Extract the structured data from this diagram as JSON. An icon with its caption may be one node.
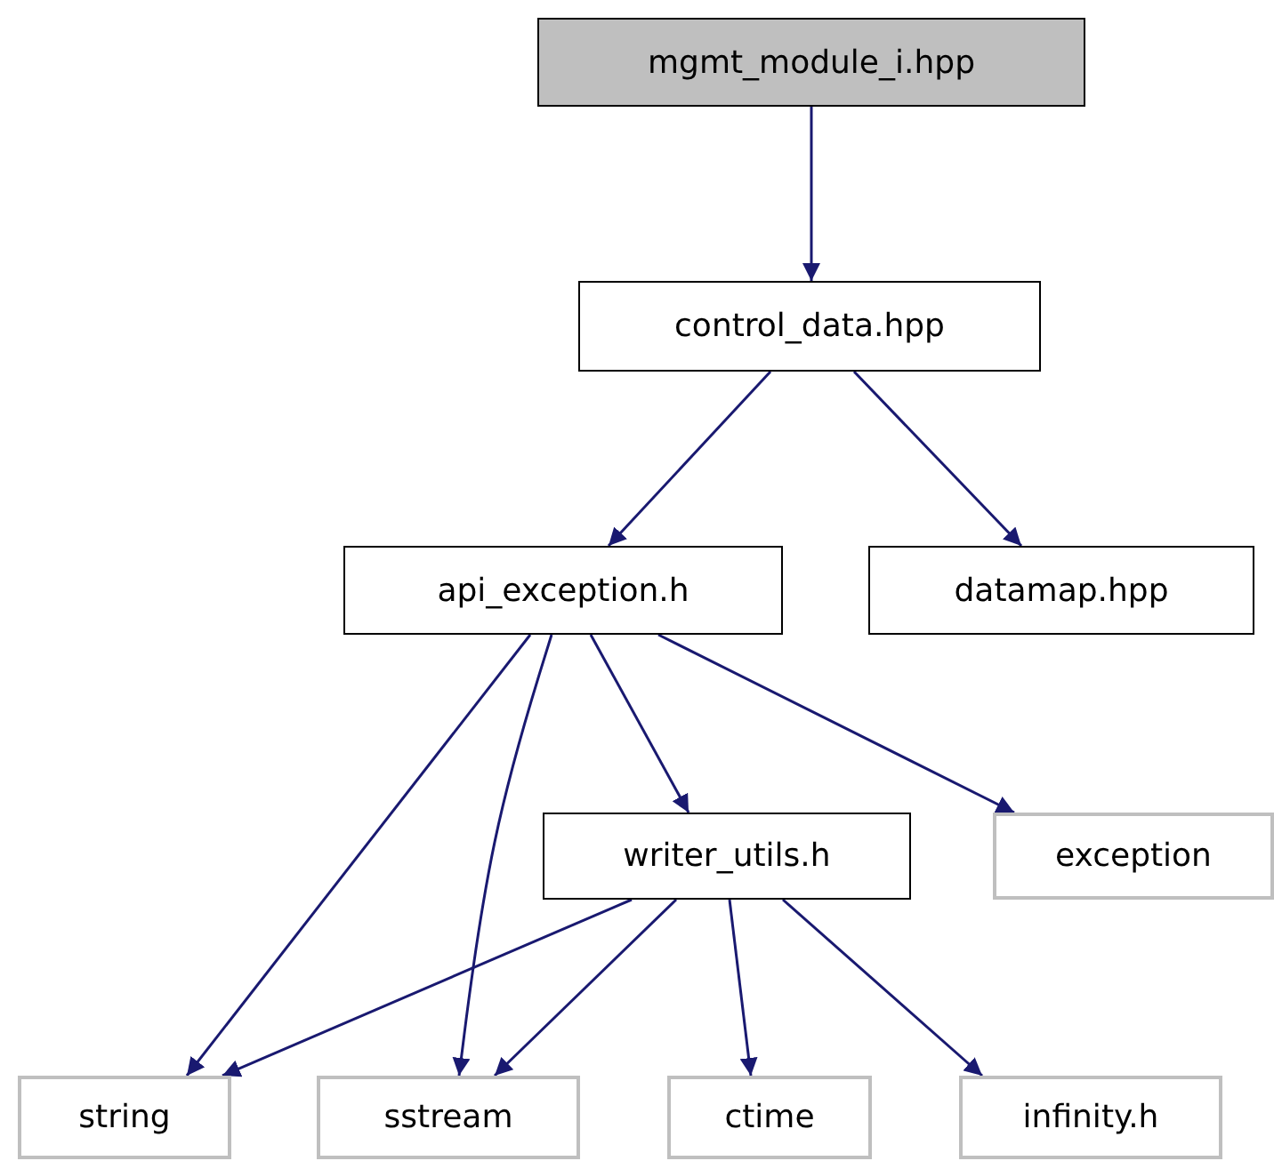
{
  "diagram": {
    "nodes": [
      {
        "text": [
          "mgmt_module_i.hpp"
        ]
      },
      {
        "text": [
          "control_data.hpp"
        ]
      },
      {
        "text": [
          "api_exception.h"
        ]
      },
      {
        "text": [
          "datamap.hpp"
        ]
      },
      {
        "text": [
          "writer_utils.h"
        ]
      },
      {
        "text": [
          "exception"
        ]
      },
      {
        "text": [
          "string"
        ]
      },
      {
        "text": [
          "sstream"
        ]
      },
      {
        "text": [
          "ctime"
        ]
      },
      {
        "text": [
          "infinity.h"
        ]
      }
    ],
    "edges": [
      {
        "from": 0,
        "to": 1,
        "arrow": "to"
      },
      {
        "from": 1,
        "to": 2,
        "arrow": "to"
      },
      {
        "from": 1,
        "to": 3,
        "arrow": "to"
      },
      {
        "from": 2,
        "to": 6,
        "arrow": "to"
      },
      {
        "from": 2,
        "to": 7,
        "arrow": "to"
      },
      {
        "from": 2,
        "to": 4,
        "arrow": "to"
      },
      {
        "from": 2,
        "to": 5,
        "arrow": "to"
      },
      {
        "from": 4,
        "to": 6,
        "arrow": "to"
      },
      {
        "from": 4,
        "to": 7,
        "arrow": "to"
      },
      {
        "from": 4,
        "to": 8,
        "arrow": "to"
      },
      {
        "from": 4,
        "to": 9,
        "arrow": "to"
      }
    ]
  }
}
